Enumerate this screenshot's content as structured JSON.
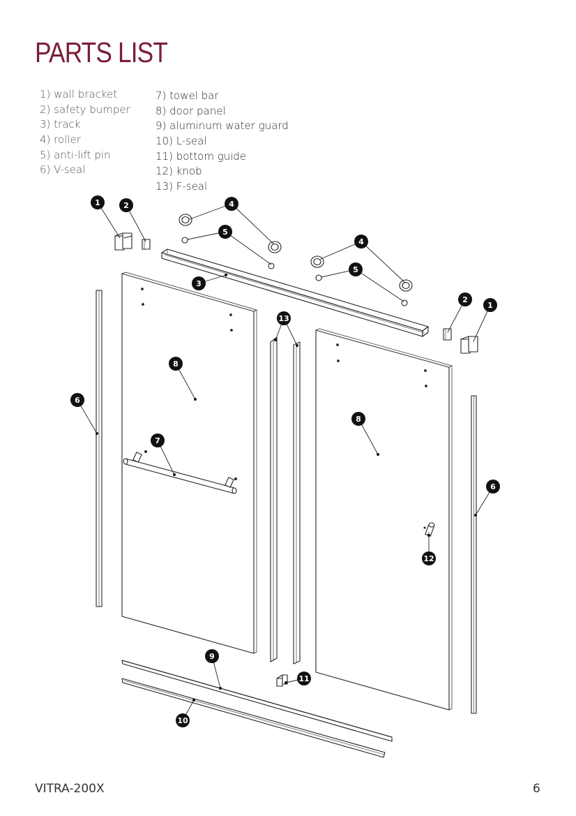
{
  "title": "PARTS LIST",
  "parts_col1": [
    "1)  wall bracket",
    "2)  safety bumper",
    "3)  track",
    "4)  roller",
    "5) anti-lift pin",
    "6) V-seal"
  ],
  "parts_col2": [
    "7) towel bar",
    "8) door panel",
    "9) aluminum water guard",
    "10) L-seal",
    "11) bottom guide",
    "12) knob",
    "13) F-seal"
  ],
  "callouts": {
    "c1a": "1",
    "c2a": "2",
    "c4a": "4",
    "c5a": "5",
    "c3": "3",
    "c4b": "4",
    "c5b": "5",
    "c2b": "2",
    "c1b": "1",
    "c13": "13",
    "c8a": "8",
    "c6a": "6",
    "c7": "7",
    "c8b": "8",
    "c6b": "6",
    "c12": "12",
    "c9": "9",
    "c11": "11",
    "c10": "10"
  },
  "footer": {
    "model": "VITRA-200X",
    "page": "6"
  },
  "colors": {
    "title": "#7b1f38",
    "line": "#222222",
    "badge": "#111111"
  }
}
